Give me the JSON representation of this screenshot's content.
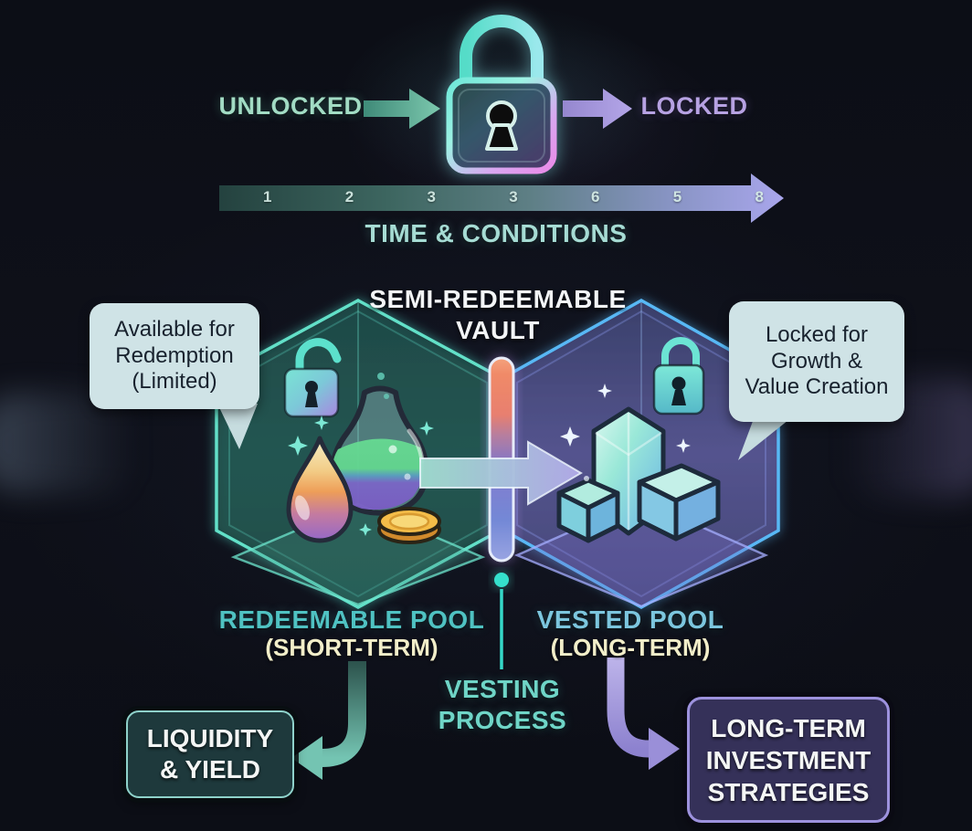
{
  "header": {
    "unlocked_label": "UNLOCKED",
    "locked_label": "LOCKED"
  },
  "timeline": {
    "label": "TIME & CONDITIONS",
    "ticks": [
      "1",
      "2",
      "3",
      "3",
      "6",
      "5",
      "8"
    ]
  },
  "vault": {
    "title_line1": "SEMI-REDEEMABLE",
    "title_line2": "VAULT"
  },
  "callouts": {
    "left_lines": [
      "Available for",
      "Redemption",
      "(Limited)"
    ],
    "right_lines": [
      "Locked for",
      "Growth &",
      "Value Creation"
    ]
  },
  "pools": {
    "redeemable": {
      "title": "REDEEMABLE POOL",
      "subtitle": "(SHORT-TERM)"
    },
    "vested": {
      "title": "VESTED POOL",
      "subtitle": "(LONG-TERM)"
    }
  },
  "vesting": {
    "line1": "VESTING",
    "line2": "PROCESS"
  },
  "outcomes": {
    "liquidity": {
      "line1": "LIQUIDITY",
      "line2": "& YIELD"
    },
    "strategies": {
      "line1": "LONG-TERM",
      "line2": "INVESTMENT",
      "line3": "STRATEGIES"
    }
  },
  "icons": {
    "top_center": "padlock-locked-icon",
    "top_flow": [
      "arrow-right-teal-icon",
      "arrow-right-purple-icon"
    ],
    "timeline": "timeline-arrow-icon",
    "left_pool": [
      "unlock-icon",
      "flask-icon",
      "droplet-icon",
      "coin-icon",
      "sparkle-icon"
    ],
    "right_pool": [
      "lock-icon",
      "crystals-icon",
      "sparkle-icon"
    ],
    "center_flow": [
      "vesting-progress-bar",
      "flow-arrow-icon",
      "vesting-connector-dot"
    ],
    "bottom_flow": [
      "curved-arrow-left-icon",
      "curved-arrow-right-icon"
    ]
  },
  "colors": {
    "background": "#0d0f17",
    "teal_accent": "#5fe0cc",
    "cyan_hex_stroke": "#58b8f5",
    "purple_accent": "#a897e4",
    "cream_accent": "#f2eec9",
    "callout_bg": "#cfe3e6",
    "liquidity_box_bg": "#1e393c",
    "strategies_box_bg": "#353159"
  }
}
